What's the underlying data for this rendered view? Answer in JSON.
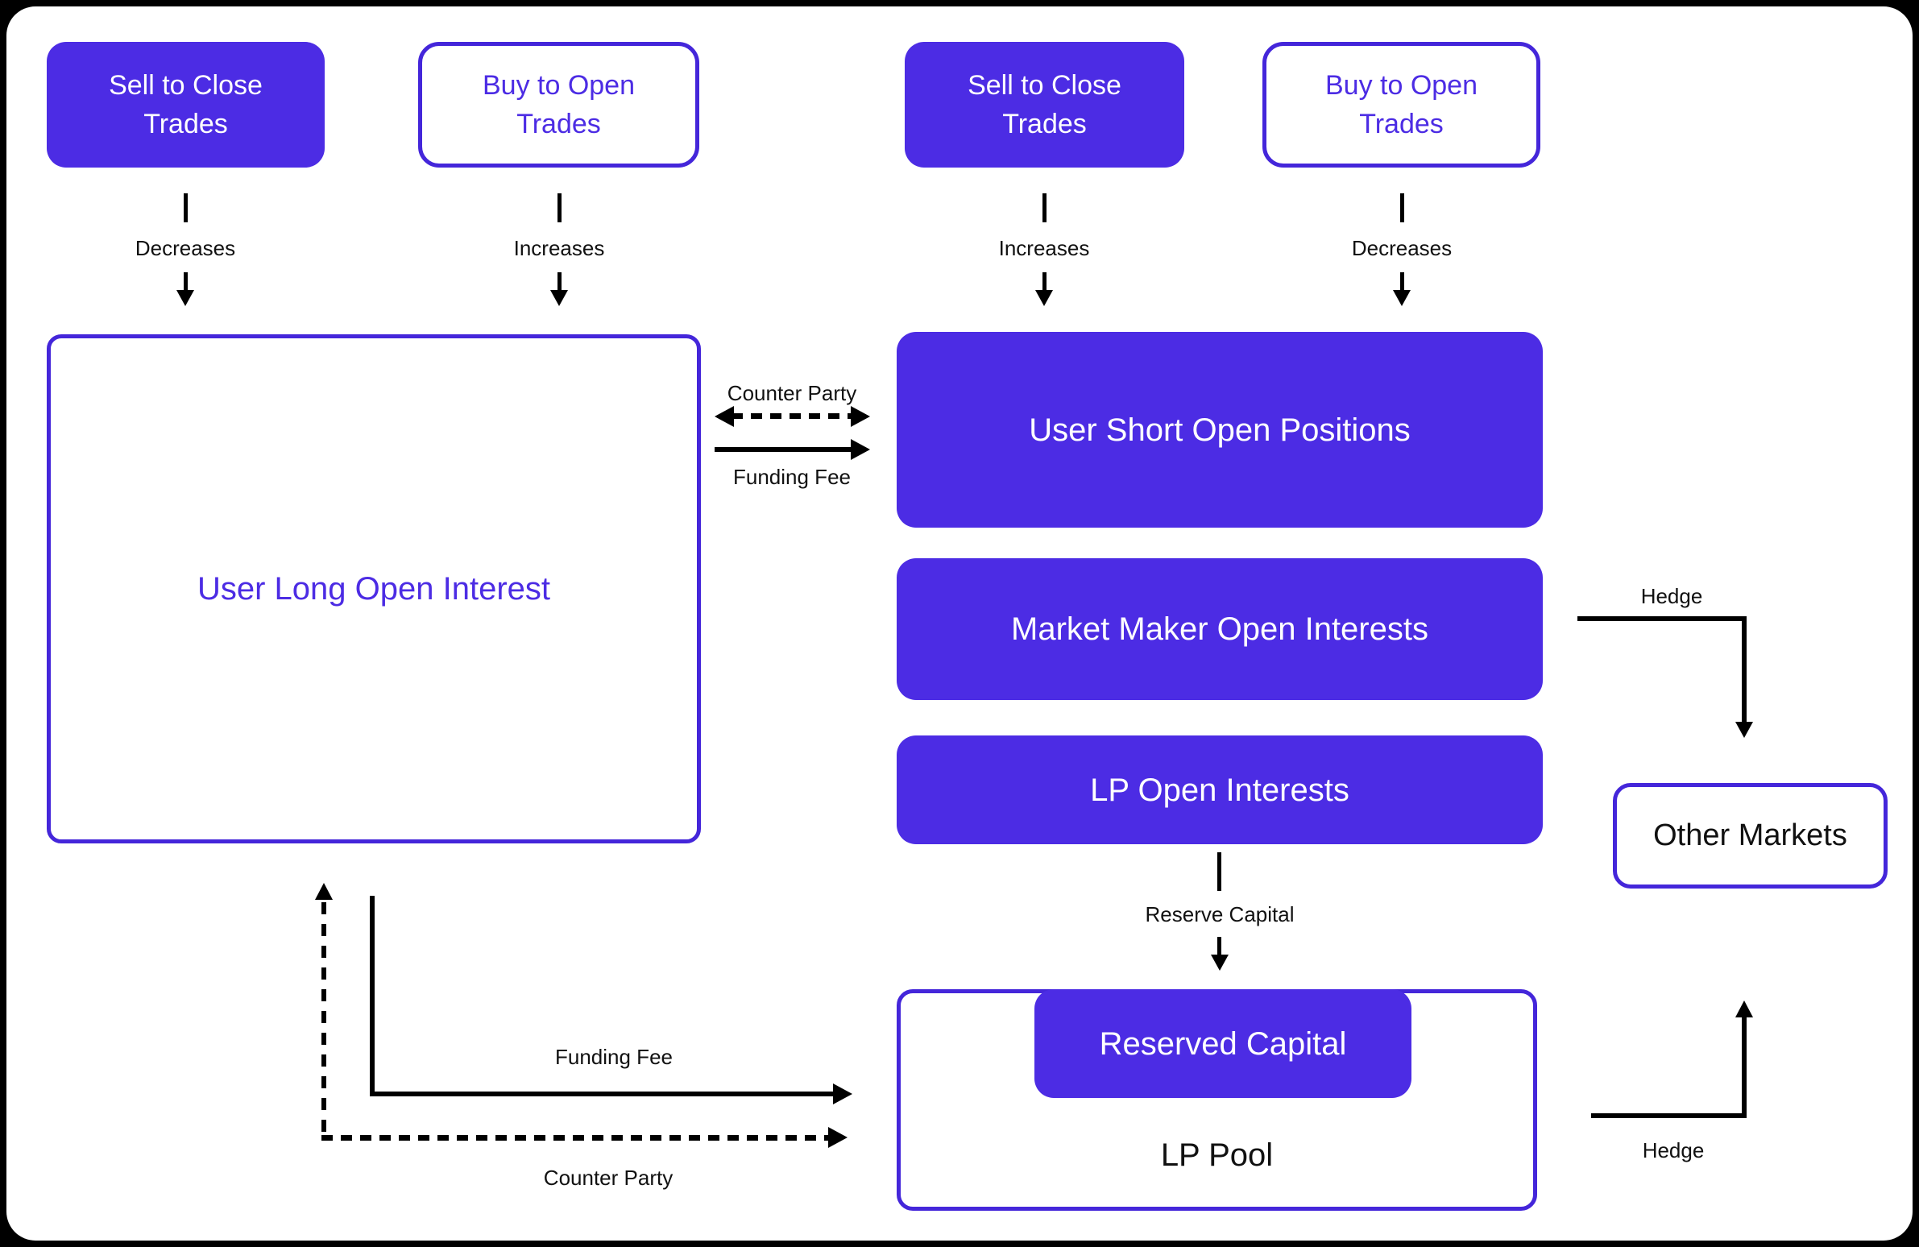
{
  "colors": {
    "accent_fill": "#4C2CE4",
    "accent_border": "#4426DA",
    "line_black": "#000000",
    "canvas_bg": "#FFFFFF",
    "page_bg": "#000000"
  },
  "top_row": {
    "boxes": [
      {
        "label_line1": "Sell to Close",
        "label_line2": "Trades",
        "style": "filled",
        "flow_label": "Decreases"
      },
      {
        "label_line1": "Buy to Open",
        "label_line2": "Trades",
        "style": "outline",
        "flow_label": "Increases"
      },
      {
        "label_line1": "Sell to Close",
        "label_line2": "Trades",
        "style": "filled",
        "flow_label": "Increases"
      },
      {
        "label_line1": "Buy to Open",
        "label_line2": "Trades",
        "style": "outline",
        "flow_label": "Decreases"
      }
    ]
  },
  "long_box": {
    "label": "User Long Open Interest"
  },
  "mid_connector": {
    "counter_party_label": "Counter Party",
    "funding_fee_label": "Funding Fee"
  },
  "right_column": {
    "user_short": "User Short Open Positions",
    "market_maker": "Market Maker Open Interests",
    "lp_open": "LP Open Interests",
    "reserve_capital_label": "Reserve Capital",
    "reserved_capital": "Reserved Capital",
    "lp_pool": "LP Pool"
  },
  "hedge_top": {
    "label": "Hedge"
  },
  "hedge_bottom": {
    "label": "Hedge"
  },
  "other_markets": {
    "label": "Other Markets"
  },
  "bottom_connector": {
    "funding_fee_label": "Funding Fee",
    "counter_party_label": "Counter Party"
  }
}
